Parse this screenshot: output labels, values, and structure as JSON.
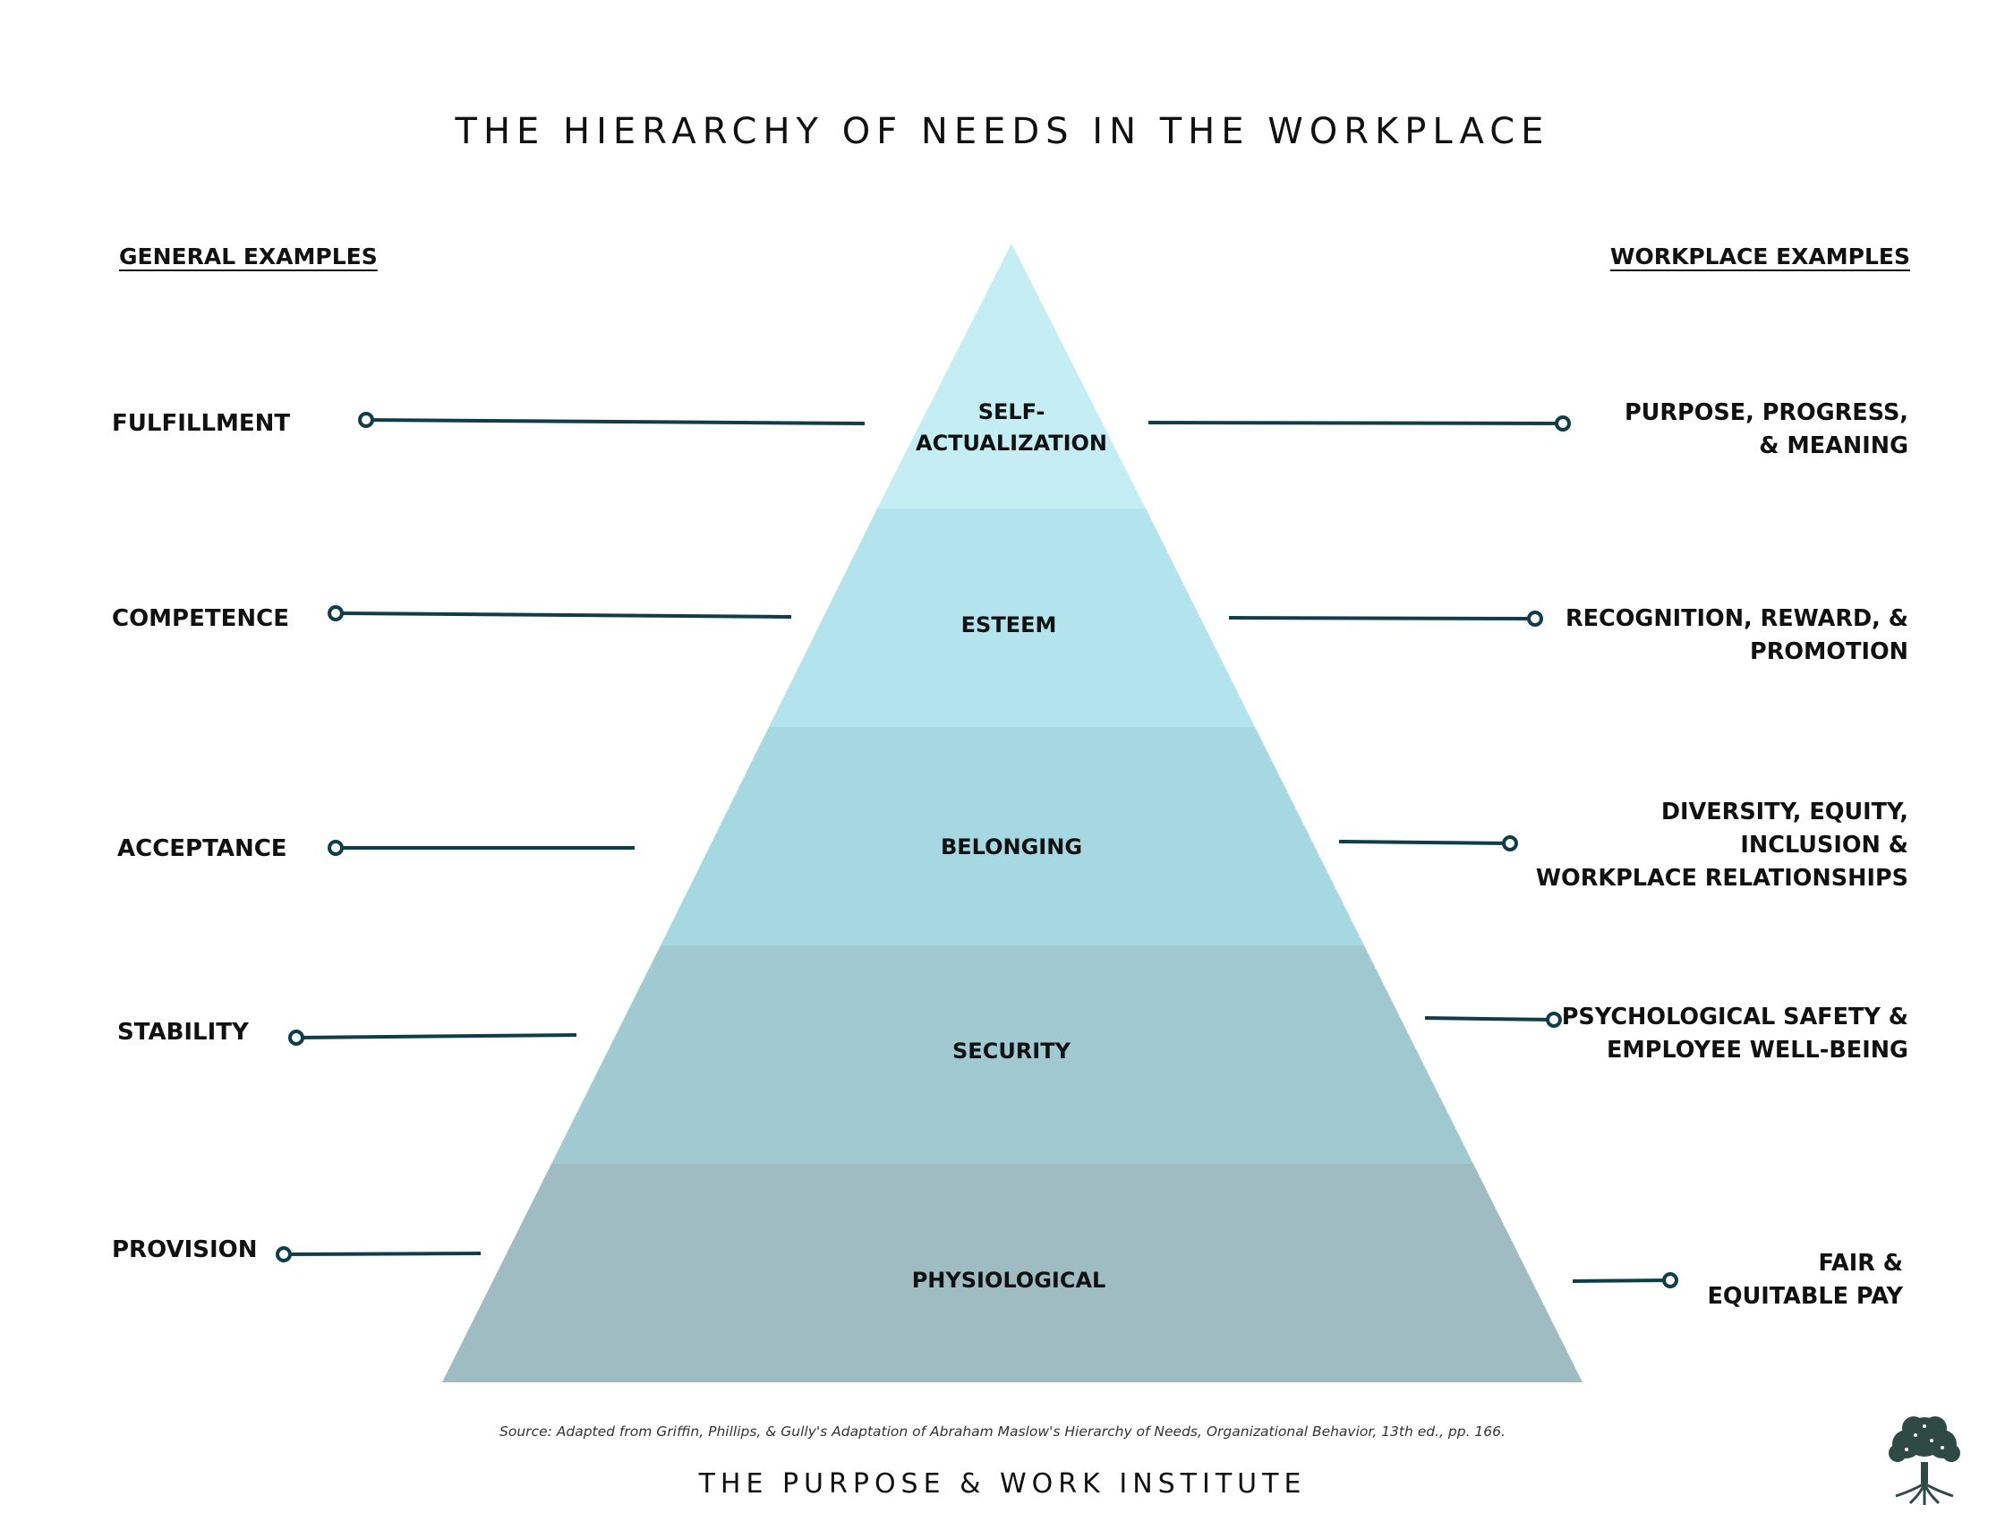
{
  "title": "THE HIERARCHY OF NEEDS IN THE WORKPLACE",
  "headers": {
    "general": "GENERAL EXAMPLES",
    "workplace": "WORKPLACE EXAMPLES"
  },
  "levels": [
    {
      "name_lines": [
        "SELF-",
        "ACTUALIZATION"
      ],
      "general": "FULFILLMENT",
      "workplace_lines": [
        "PURPOSE, PROGRESS,",
        "& MEANING"
      ],
      "fill": "#c4eef4"
    },
    {
      "name_lines": [
        "ESTEEM"
      ],
      "general": "COMPETENCE",
      "workplace_lines": [
        "RECOGNITION, REWARD, &",
        "PROMOTION"
      ],
      "fill": "#b3e4ee"
    },
    {
      "name_lines": [
        "BELONGING"
      ],
      "general": "ACCEPTANCE",
      "workplace_lines": [
        "DIVERSITY, EQUITY,",
        "INCLUSION &",
        "WORKPLACE RELATIONSHIPS"
      ],
      "fill": "#a5d8e1"
    },
    {
      "name_lines": [
        "SECURITY"
      ],
      "general": "STABILITY",
      "workplace_lines": [
        "PSYCHOLOGICAL SAFETY &",
        "EMPLOYEE WELL-BEING"
      ],
      "fill": "#a0c9d1"
    },
    {
      "name_lines": [
        "PHYSIOLOGICAL"
      ],
      "general": "PROVISION",
      "workplace_lines": [
        "FAIR &",
        "EQUITABLE PAY"
      ],
      "fill": "#9fbcc3"
    }
  ],
  "connector_color": "#0f3d4c",
  "source": "Source: Adapted from Griffin, Phillips, & Gully's Adaptation of Abraham Maslow's Hierarchy of Needs, Organizational Behavior, 13th ed., pp. 166.",
  "footer": "THE PURPOSE & WORK INSTITUTE",
  "logo_icon": "tree-icon"
}
